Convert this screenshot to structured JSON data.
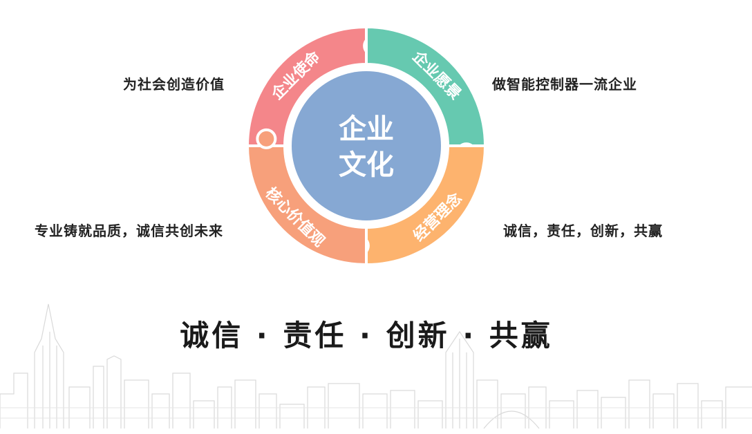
{
  "center": {
    "line1": "企业",
    "line2": "文化"
  },
  "segments": [
    {
      "id": "mission",
      "label": "企业使命",
      "color": "#F4868A"
    },
    {
      "id": "vision",
      "label": "企业愿景",
      "color": "#66C9B0"
    },
    {
      "id": "philosophy",
      "label": "经营理念",
      "color": "#FDB36E"
    },
    {
      "id": "values",
      "label": "核心价值观",
      "color": "#F7A07B"
    }
  ],
  "center_color": "#86A8D3",
  "descriptions": {
    "mission": "为社会创造价值",
    "vision": "做智能控制器一流企业",
    "values": "专业铸就品质，诚信共创未来",
    "philosophy": "诚信，责任，创新，共赢"
  },
  "slogan": "诚信 · 责任 · 创新 · 共赢"
}
